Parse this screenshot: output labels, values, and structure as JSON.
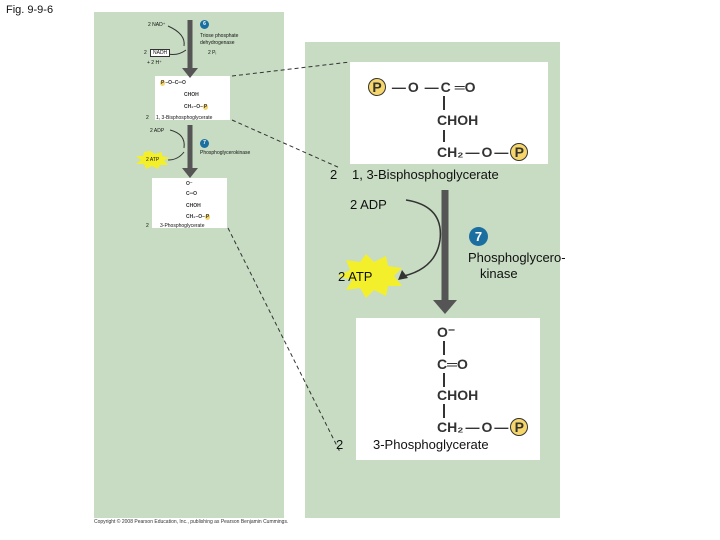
{
  "figure_label": "Fig. 9-9-6",
  "copyright": "Copyright © 2008 Pearson Education, Inc., publishing as Pearson Benjamin Cummings.",
  "left_panel": {
    "nad_label": "2 NAD⁺",
    "step6_number": "6",
    "step6_enzyme_line1": "Triose phosphate",
    "step6_enzyme_line2": "dehydrogenase",
    "step6_pi": "2 Pᵢ",
    "nadh_coef": "2",
    "nadh_label": "NADH",
    "h_plus": "+ 2 H⁺",
    "bpg_coef": "2",
    "bpg_name": "1, 3-Bisphosphoglycerate",
    "adp_label": "2 ADP",
    "step7_number": "7",
    "step7_enzyme": "Phosphoglycerokinase",
    "atp_label": "2 ATP",
    "pg_coef": "2",
    "pg_name": "3-Phosphoglycerate"
  },
  "right_panel": {
    "bpg_coef": "2",
    "bpg_name": "1, 3-Bisphosphoglycerate",
    "adp_label": "2 ADP",
    "step7_number": "7",
    "enzyme_line1": "Phosphoglycero-",
    "enzyme_line2": "kinase",
    "atp_label": "2 ATP",
    "pg_coef": "2",
    "pg_name": "3-Phosphoglycerate"
  },
  "structure_text": {
    "P": "P",
    "O": "O",
    "C": "C",
    "O_minus": "O⁻",
    "CHOH": "CHOH",
    "CH2": "CH₂"
  },
  "colors": {
    "panel_bg": "#c7dcc2",
    "step_circle": "#1b6fa0",
    "phosphate_fill": "#f6d66a",
    "atp_burst": "#f4ef2b"
  }
}
